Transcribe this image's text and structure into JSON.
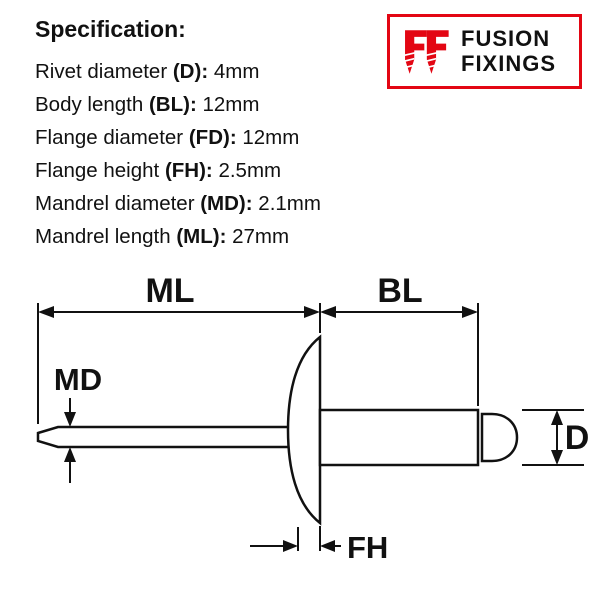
{
  "spec": {
    "heading": "Specification:",
    "items": [
      {
        "label": "Rivet diameter ",
        "code": "(D):",
        "value": " 4mm"
      },
      {
        "label": "Body length ",
        "code": "(BL):",
        "value": " 12mm"
      },
      {
        "label": "Flange diameter ",
        "code": "(FD):",
        "value": " 12mm"
      },
      {
        "label": "Flange height ",
        "code": "(FH):",
        "value": " 2.5mm"
      },
      {
        "label": "Mandrel diameter ",
        "code": "(MD):",
        "value": " 2.1mm"
      },
      {
        "label": "Mandrel length ",
        "code": "(ML):",
        "value": " 27mm"
      }
    ]
  },
  "logo": {
    "line1": "FUSION",
    "line2": "FIXINGS",
    "brand_color": "#e30613"
  },
  "diagram": {
    "labels": {
      "ml": "ML",
      "bl": "BL",
      "md": "MD",
      "d": "D",
      "fh": "FH"
    }
  }
}
